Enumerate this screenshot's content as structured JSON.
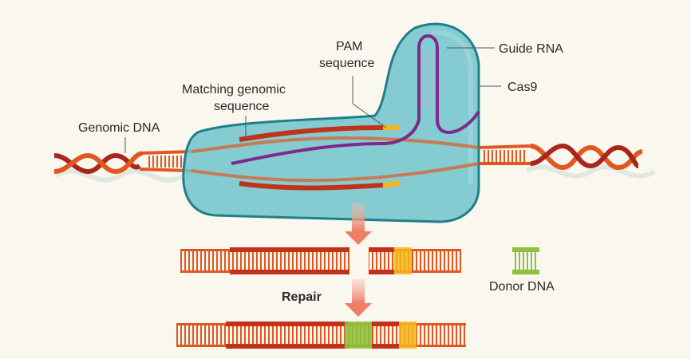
{
  "title": "CRISPR-Cas9 genome editing",
  "labels": {
    "genomic_dna": "Genomic DNA",
    "matching_1": "Matching genomic",
    "matching_2": "sequence",
    "pam_1": "PAM",
    "pam_2": "sequence",
    "guide_rna": "Guide RNA",
    "cas9": "Cas9",
    "repair": "Repair",
    "donor_dna": "Donor DNA"
  },
  "colors": {
    "background": "#faf7ef",
    "dna_strand": "#e2571f",
    "dna_dark": "#c0321a",
    "helix_back": "#a8261a",
    "cas9_fill": "#6ec3cc",
    "cas9_edge": "#1f7f8a",
    "guide_rna": "#7d2a8c",
    "pam": "#f5b51a",
    "donor": "#8dc23c",
    "arrow": "#ef8068"
  }
}
